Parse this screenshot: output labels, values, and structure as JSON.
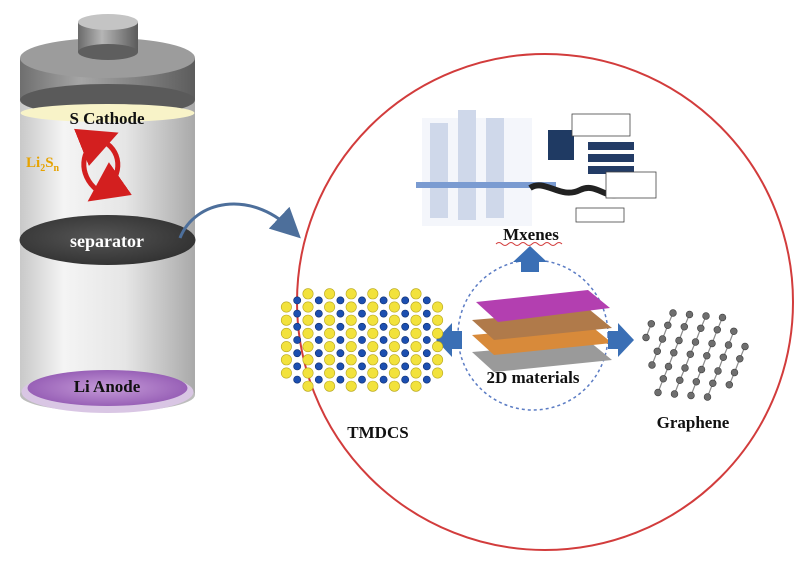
{
  "battery": {
    "cathode_label": "S Cathode",
    "polysulfide_label": {
      "main": "Li",
      "sub1": "2",
      "mid": "S",
      "sub2": "n"
    },
    "separator_label": "separator",
    "anode_label": "Li Anode"
  },
  "materials": {
    "center_label": "2D materials",
    "top_label": "Mxenes",
    "left_label": "TMDCS",
    "right_label": "Graphene"
  },
  "colors": {
    "cathode_band": "#f8f3c8",
    "separator": "#3d3d3d",
    "anode": "#a974c4",
    "circle_outline": "#d23c3c",
    "arrow_blue": "#3a6fb5",
    "polysulfide_text": "#e6a200",
    "cycle_arrow": "#d31f1f"
  }
}
